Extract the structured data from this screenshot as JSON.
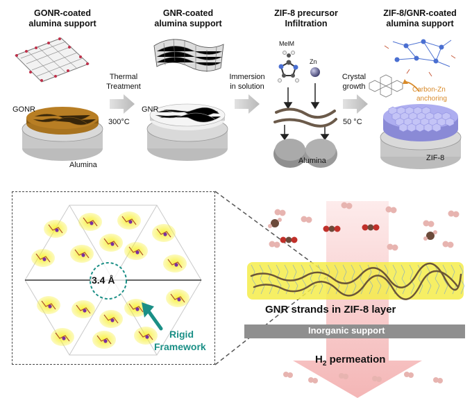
{
  "stages": [
    {
      "title_line1": "GONR-coated",
      "title_line2": "alumina support"
    },
    {
      "title_line1": "GNR-coated",
      "title_line2": "alumina support"
    },
    {
      "title_line1": "ZIF-8 precursor",
      "title_line2": "Infiltration"
    },
    {
      "title_line1": "ZIF-8/GNR-coated",
      "title_line2": "alumina support"
    }
  ],
  "steps": [
    {
      "line1": "Thermal",
      "line2": "Treatment",
      "temp": "300°C"
    },
    {
      "line1": "Immersion",
      "line2": "in solution",
      "temp": ""
    },
    {
      "line1": "Crystal",
      "line2": "growth",
      "temp": "50 °C"
    }
  ],
  "labels": {
    "gonr": "GONR",
    "gnr": "GNR",
    "alumina1": "Alumina",
    "alumina3": "Alumina",
    "melm": "MelM",
    "zn": "Zn",
    "carbon_zn_1": "Carbon-Zn",
    "carbon_zn_2": "anchoring",
    "zif8": "ZIF-8"
  },
  "inset": {
    "pore": "3.4 Å",
    "rigid1": "Rigid",
    "rigid2": "Framework"
  },
  "membrane": {
    "gnr_strands": "GNR strands in ZIF-8 layer",
    "support": "Inorganic support",
    "permeation_prefix": "H",
    "permeation_sub": "2",
    "permeation_suffix": " permeation"
  },
  "colors": {
    "teal": "#1a8f86",
    "orange_anchor": "#d88a2a",
    "zif_purple": "#9b9be8",
    "gonr_brown": "#a8731f",
    "yellow_glow": "#f0e400",
    "support_gray": "#8f8f8f",
    "arrow_pink": "#f4b8b8"
  }
}
